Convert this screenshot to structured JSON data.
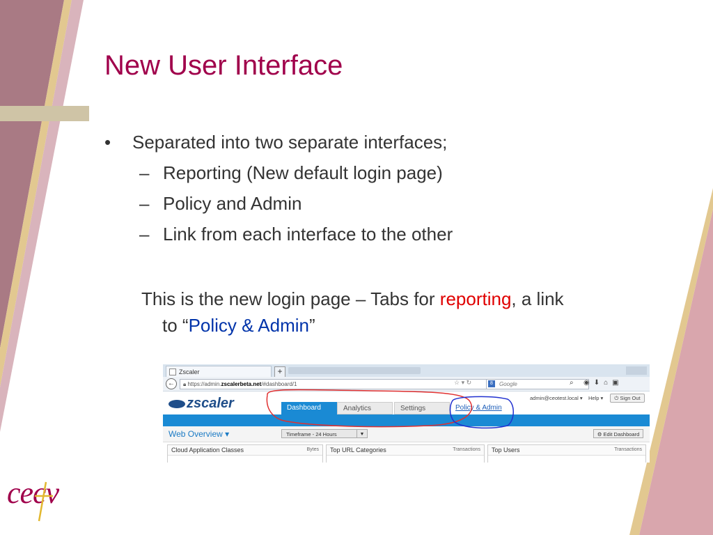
{
  "slide": {
    "title": "New User Interface",
    "bullet_main": "Separated into two separate interfaces;",
    "sub_bullets": [
      "Reporting (New default login page)",
      "Policy and Admin",
      "Link from each interface to the other"
    ],
    "note": {
      "part1": "This is the new login page – Tabs for ",
      "highlight1": "reporting",
      "part2": ", a link",
      "part3": "to “",
      "highlight2": "Policy & Admin",
      "part4": "”"
    },
    "logo_text": "cecv",
    "colors": {
      "title": "#a0004b",
      "red": "#e00000",
      "blue": "#0033aa",
      "accent": "#1a8ad4"
    }
  },
  "browser": {
    "tab_title": "Zscaler",
    "new_tab": "+",
    "url_prefix": "https://admin.",
    "url_domain": "zscalerbeta.net",
    "url_path": "/#dashboard/1",
    "search_placeholder": "Google",
    "search_badge": "8"
  },
  "app": {
    "brand": "zscaler",
    "tabs": [
      "Dashboard",
      "Analytics",
      "Settings"
    ],
    "policy_link": "Policy & Admin",
    "user": "admin@ceotest.local ▾",
    "help": "Help ▾",
    "sign_out": "Sign Out",
    "view_title": "Web Overview ▾",
    "timeframe": "Timeframe - 24 Hours",
    "edit_dashboard": "Edit Dashboard",
    "panels": [
      {
        "title": "Cloud Application Classes",
        "unit": "Bytes"
      },
      {
        "title": "Top URL Categories",
        "unit": "Transactions"
      },
      {
        "title": "Top Users",
        "unit": "Transactions"
      }
    ]
  }
}
